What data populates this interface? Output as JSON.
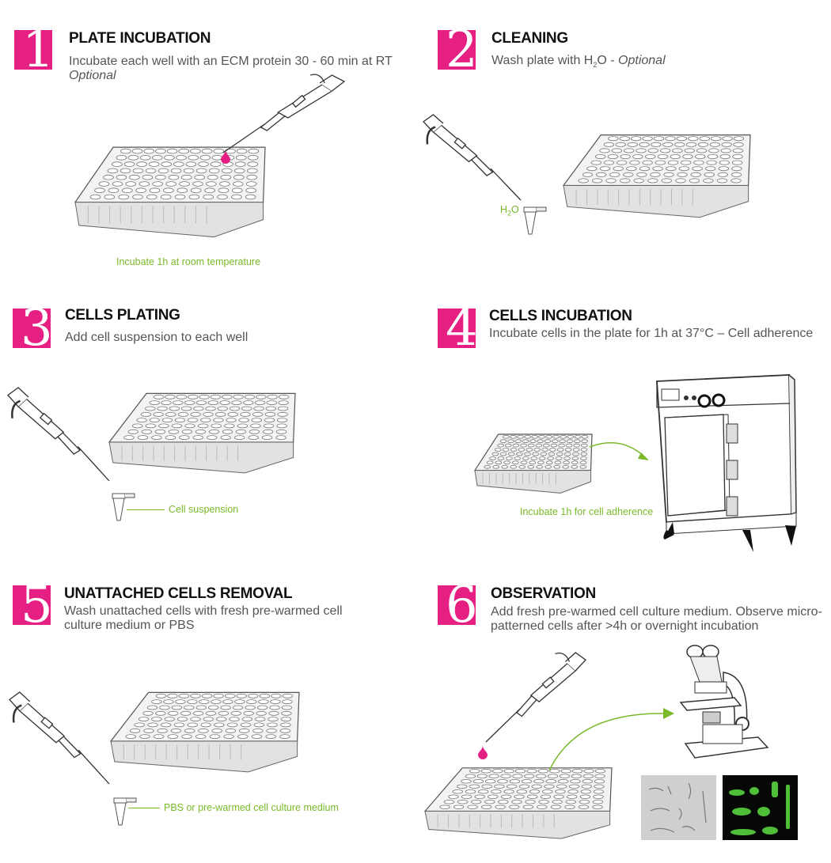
{
  "colors": {
    "accent": "#e61f82",
    "caption": "#7ab929"
  },
  "steps": [
    {
      "number": "1",
      "title": "PLATE INCUBATION",
      "desc": "Incubate each well with an ECM protein 30 - 60 min at RT",
      "optional": "Optional",
      "caption": "Incubate 1h at room temperature"
    },
    {
      "number": "2",
      "title": "CLEANING",
      "desc_prefix": "Wash plate with H",
      "desc_sub": "2",
      "desc_suffix": "O - ",
      "optional": "Optional",
      "label_prefix": "H",
      "label_sub": "2",
      "label_suffix": "O"
    },
    {
      "number": "3",
      "title": "CELLS PLATING",
      "desc": "Add cell suspension to each well",
      "caption": "Cell suspension"
    },
    {
      "number": "4",
      "title": "CELLS INCUBATION",
      "desc": "Incubate cells in the plate for 1h at 37°C – Cell adherence",
      "caption": "Incubate 1h for cell adherence"
    },
    {
      "number": "5",
      "title": "UNATTACHED CELLS REMOVAL",
      "desc": "Wash unattached cells with fresh pre-warmed cell culture medium or PBS",
      "caption": "PBS or pre-warmed cell culture medium"
    },
    {
      "number": "6",
      "title": "OBSERVATION",
      "desc": "Add fresh pre-warmed cell culture medium. Observe micro-patterned cells after >4h or overnight incubation"
    }
  ]
}
